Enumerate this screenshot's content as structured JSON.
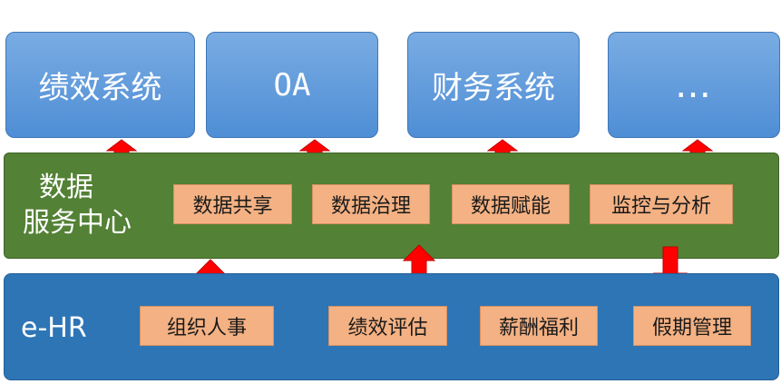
{
  "top_systems": [
    {
      "label": "绩效系统"
    },
    {
      "label": "OA"
    },
    {
      "label": "财务系统"
    },
    {
      "label": "…"
    }
  ],
  "data_center": {
    "title_line1": "数据",
    "title_line2": "服务中心",
    "items": [
      {
        "label": "数据共享"
      },
      {
        "label": "数据治理"
      },
      {
        "label": "数据赋能"
      },
      {
        "label": "监控与分析"
      }
    ]
  },
  "ehr": {
    "title": "e-HR",
    "items": [
      {
        "label": "组织人事"
      },
      {
        "label": "绩效评估"
      },
      {
        "label": "薪酬福利"
      },
      {
        "label": "假期管理"
      }
    ]
  },
  "colors": {
    "top_box": "#5b9bd5",
    "data_center": "#538135",
    "ehr": "#2e75b6",
    "chip": "#f4b183",
    "arrow": "#ff0000"
  }
}
